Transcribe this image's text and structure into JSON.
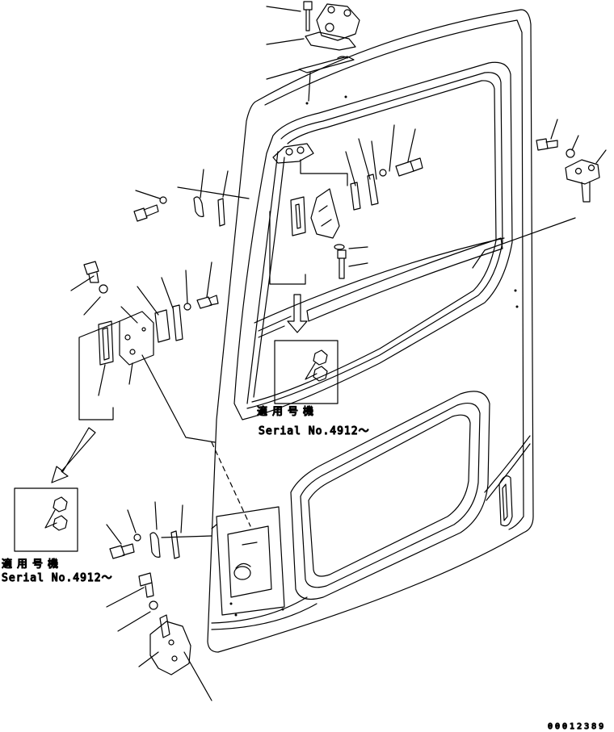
{
  "callouts": [
    {
      "id": "upper",
      "title": "適用号機",
      "serial": "Serial No.4912～"
    },
    {
      "id": "lower",
      "title": "適用号機",
      "serial": "Serial No.4912～"
    }
  ],
  "drawing_code": "00012389"
}
